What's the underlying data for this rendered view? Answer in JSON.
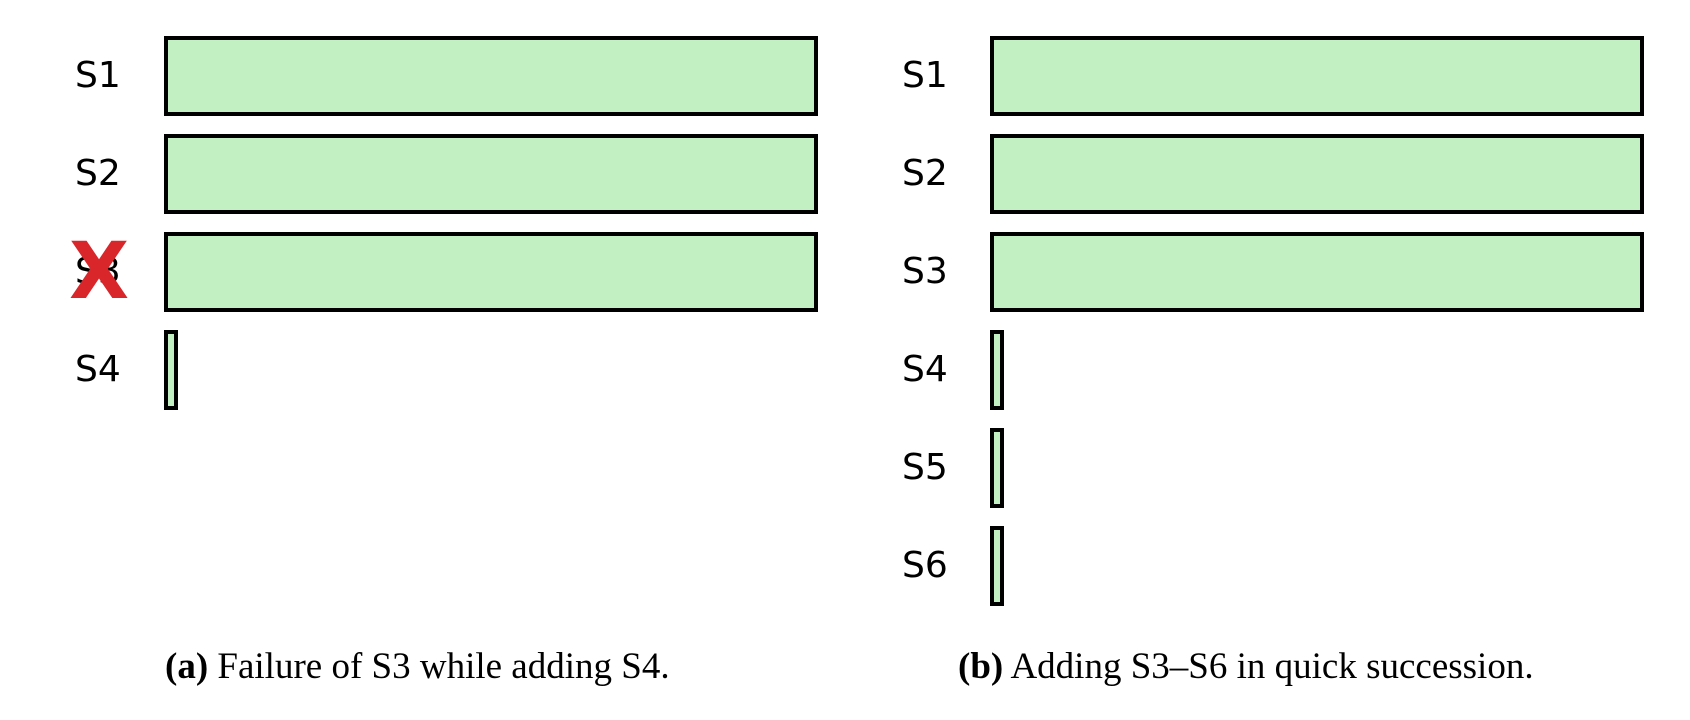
{
  "accent_colors": {
    "bar_fill": "#c3f0c3",
    "bar_stroke": "#000000",
    "fail_mark": "#d9262b"
  },
  "panel_a": {
    "rows": [
      {
        "label": "S1",
        "progress": 1.0
      },
      {
        "label": "S2",
        "progress": 1.0
      },
      {
        "label": "S3",
        "progress": 1.0,
        "failed": true
      },
      {
        "label": "S4",
        "progress": 0.02
      }
    ],
    "fail_icon": "red-x-icon",
    "fail_glyph": "X",
    "caption_tag": "(a)",
    "caption_text": " Failure of S3 while adding S4."
  },
  "panel_b": {
    "rows": [
      {
        "label": "S1",
        "progress": 1.0
      },
      {
        "label": "S2",
        "progress": 1.0
      },
      {
        "label": "S3",
        "progress": 1.0
      },
      {
        "label": "S4",
        "progress": 0.02
      },
      {
        "label": "S5",
        "progress": 0.02
      },
      {
        "label": "S6",
        "progress": 0.02
      }
    ],
    "caption_tag": "(b)",
    "caption_text": " Adding S3–S6 in quick succession."
  }
}
